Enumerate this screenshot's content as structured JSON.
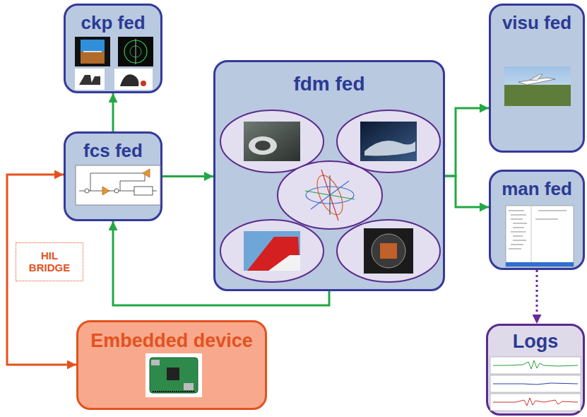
{
  "diagram": {
    "nodes": [
      {
        "text": [
          "ckp fed"
        ]
      },
      {
        "text": [
          "fcs fed"
        ]
      },
      {
        "text": [
          "HIL BRIDGE"
        ]
      },
      {
        "text": [
          "Embedded device"
        ]
      },
      {
        "text": [
          "fdm fed"
        ]
      },
      {
        "text": [
          "visu fed"
        ]
      },
      {
        "text": [
          "man fed"
        ]
      },
      {
        "text": [
          "Logs"
        ]
      }
    ],
    "edges": [
      {
        "from": 1,
        "to": 0,
        "arrow": "to"
      },
      {
        "from": 1,
        "to": 4,
        "arrow": "to"
      },
      {
        "from": 4,
        "to": 5,
        "arrow": "to"
      },
      {
        "from": 4,
        "to": 6,
        "arrow": "to"
      },
      {
        "from": 4,
        "to": 1,
        "arrow": "to"
      },
      {
        "from": 1,
        "to": 3,
        "arrow": "both"
      },
      {
        "from": 6,
        "to": 7,
        "arrow": "to"
      }
    ]
  }
}
